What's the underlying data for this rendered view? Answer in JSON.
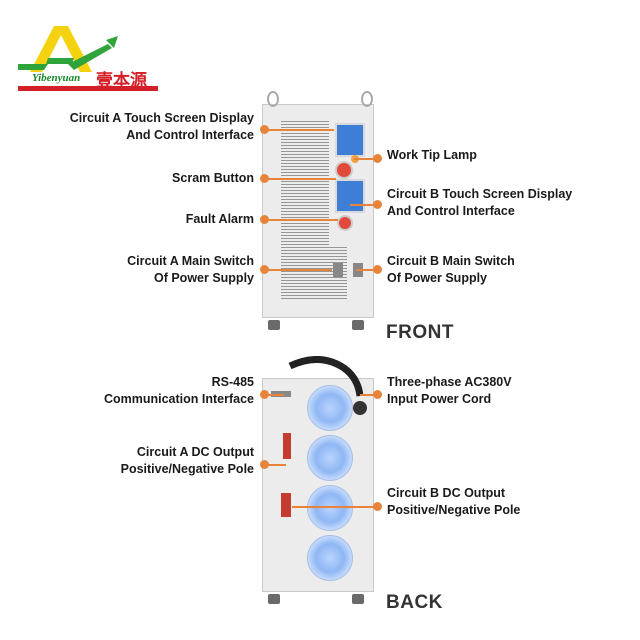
{
  "brand": {
    "logo_letter": "A",
    "name_latin": "Yibenyuan",
    "name_chinese": "壹本源",
    "colors": {
      "yellow": "#f5d20f",
      "green": "#2fa43b",
      "red": "#d51f26"
    }
  },
  "front": {
    "section_label": "FRONT",
    "left_callouts": [
      {
        "line1": "Circuit A Touch Screen Display",
        "line2": "And Control Interface"
      },
      {
        "line1": "Scram Button",
        "line2": ""
      },
      {
        "line1": "Fault Alarm",
        "line2": ""
      },
      {
        "line1": "Circuit A Main Switch",
        "line2": "Of Power Supply"
      }
    ],
    "right_callouts": [
      {
        "line1": "Work Tip Lamp",
        "line2": ""
      },
      {
        "line1": "Circuit B Touch Screen Display",
        "line2": "And Control Interface"
      },
      {
        "line1": "Circuit B Main Switch",
        "line2": "Of Power Supply"
      }
    ]
  },
  "back": {
    "section_label": "BACK",
    "left_callouts": [
      {
        "line1": "RS-485",
        "line2": "Communication Interface"
      },
      {
        "line1": "Circuit A DC Output",
        "line2": "Positive/Negative Pole"
      }
    ],
    "right_callouts": [
      {
        "line1": "Three-phase AC380V",
        "line2": "Input Power Cord"
      },
      {
        "line1": "Circuit B DC Output",
        "line2": "Positive/Negative Pole"
      }
    ]
  },
  "accent_color": "#e8843a"
}
